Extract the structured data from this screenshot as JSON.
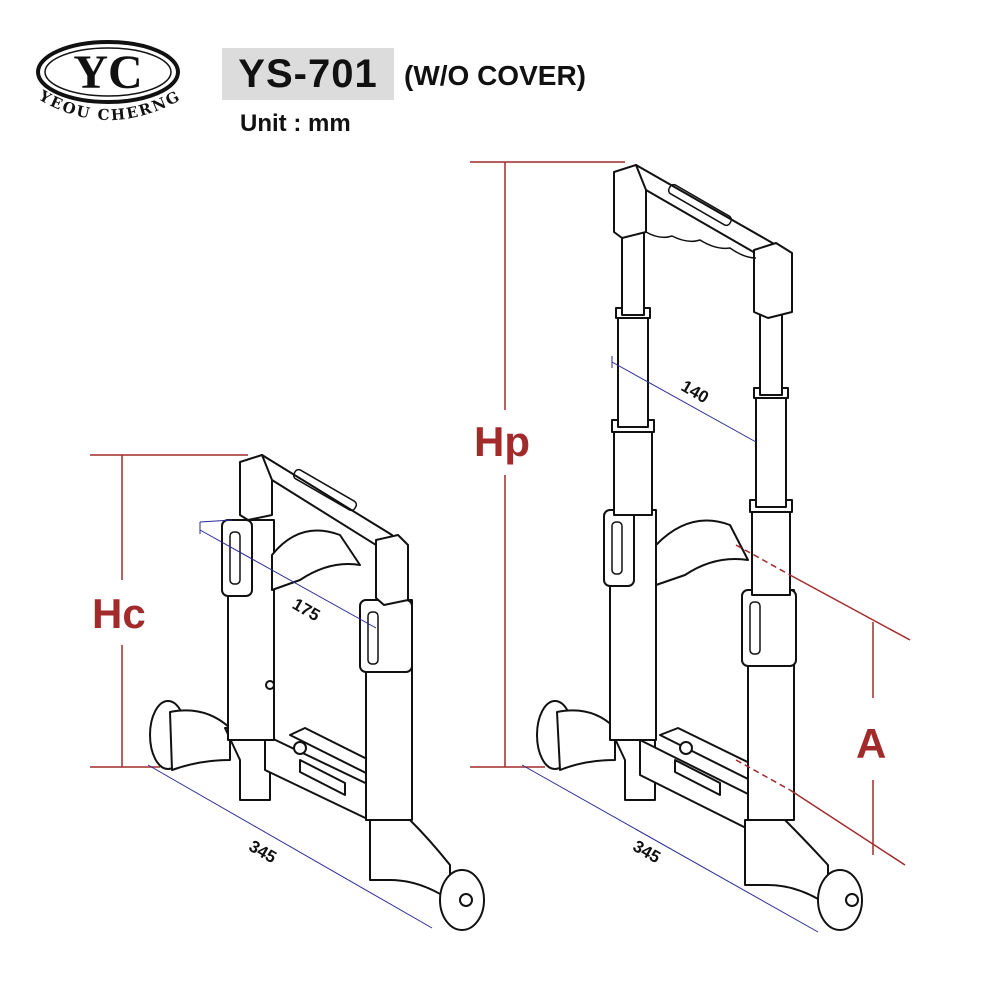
{
  "brand": {
    "name": "YEOU CHERNG",
    "mark": "YC"
  },
  "header": {
    "model": "YS-701",
    "variant": "(W/O COVER)",
    "unit": "Unit : mm"
  },
  "left_view": {
    "height_label": "Hc",
    "width_label": "175",
    "base_label": "345"
  },
  "right_view": {
    "height_label": "Hp",
    "width_label": "140",
    "base_label": "345",
    "a_label": "A"
  },
  "colors": {
    "dimension": "#a32a2a",
    "guide": "#2a2a9a",
    "outline": "#111111",
    "model_bg": "#dcdcdc"
  }
}
